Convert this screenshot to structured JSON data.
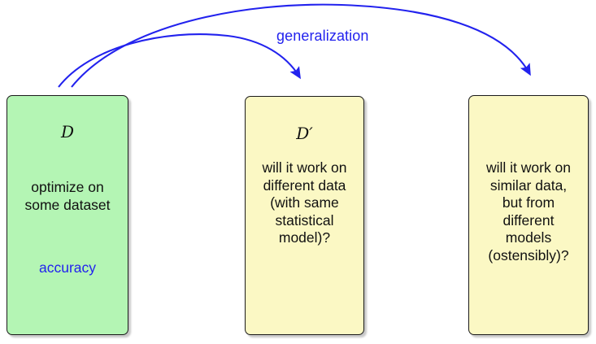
{
  "diagram": {
    "title_label": "generalization",
    "accent_color": "#2222ee",
    "arrow_color": "#2222ee",
    "boxes": [
      {
        "id": "dataset-box",
        "title": "ᴰ",
        "title_glyph": "D",
        "body": "optimize on\nsome dataset",
        "accent": "accuracy",
        "fill": "#b4f5b4"
      },
      {
        "id": "different-data-box",
        "title": "D′",
        "title_glyph": "D′",
        "body": "will it work on\ndifferent data\n(with same\nstatistical\nmodel)?",
        "accent": "",
        "fill": "#fbf8c4"
      },
      {
        "id": "different-models-box",
        "title": "",
        "title_glyph": "",
        "body": "will it work on\nsimilar data,\nbut from\ndifferent\nmodels\n(ostensibly)?",
        "accent": "",
        "fill": "#fbf8c4"
      }
    ],
    "arrows": [
      {
        "id": "arrow-to-different-data",
        "from": "dataset-box",
        "to": "different-data-box"
      },
      {
        "id": "arrow-to-different-models",
        "from": "dataset-box",
        "to": "different-models-box"
      }
    ]
  }
}
